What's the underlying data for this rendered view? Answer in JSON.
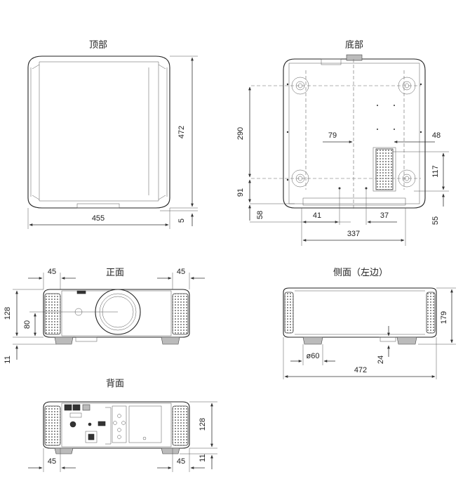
{
  "views": {
    "top": {
      "title": "顶部",
      "dims": {
        "width": "455",
        "depth": "472",
        "offset": "5"
      }
    },
    "bottom": {
      "title": "底部",
      "dims": {
        "h290": "290",
        "h91": "91",
        "h58": "58",
        "w41": "41",
        "w37": "37",
        "w337": "337",
        "w79": "79",
        "w48": "48",
        "h117": "117",
        "h55": "55"
      }
    },
    "front": {
      "title": "正面",
      "dims": {
        "left45": "45",
        "right45": "45",
        "h128": "128",
        "h80": "80",
        "h11": "11"
      }
    },
    "side": {
      "title": "侧面（左边）",
      "dims": {
        "h179": "179",
        "foot": "ø60",
        "h24": "24",
        "w472": "472"
      }
    },
    "rear": {
      "title": "背面",
      "dims": {
        "h128": "128",
        "h11": "11",
        "left45": "45",
        "right45": "45"
      }
    }
  }
}
